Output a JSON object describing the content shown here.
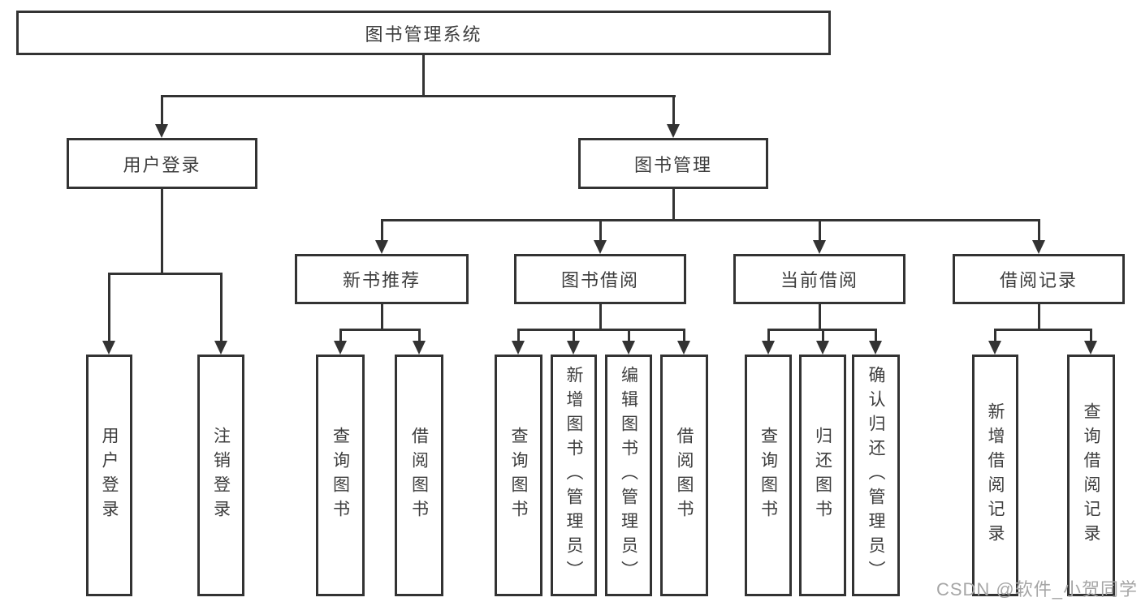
{
  "tree": {
    "root": {
      "label": "图书管理系统"
    },
    "branches": [
      {
        "label": "用户登录",
        "children": [
          {
            "label": "用户登录"
          },
          {
            "label": "注销登录"
          }
        ]
      },
      {
        "label": "图书管理",
        "children": [
          {
            "label": "新书推荐",
            "children": [
              {
                "label": "查询图书"
              },
              {
                "label": "借阅图书"
              }
            ]
          },
          {
            "label": "图书借阅",
            "children": [
              {
                "label": "查询图书"
              },
              {
                "label": "新增图书（管理员）"
              },
              {
                "label": "编辑图书（管理员）"
              },
              {
                "label": "借阅图书"
              }
            ]
          },
          {
            "label": "当前借阅",
            "children": [
              {
                "label": "查询图书"
              },
              {
                "label": "归还图书"
              },
              {
                "label": "确认归还（管理员）"
              }
            ]
          },
          {
            "label": "借阅记录",
            "children": [
              {
                "label": "新增借阅记录"
              },
              {
                "label": "查询借阅记录"
              }
            ]
          }
        ]
      }
    ]
  },
  "watermark": {
    "text": "CSDN @软件_小贺同学"
  },
  "colors": {
    "line": "#333333",
    "text": "#3d3d3d",
    "watermark": "#a6a6a6",
    "background": "#ffffff"
  }
}
